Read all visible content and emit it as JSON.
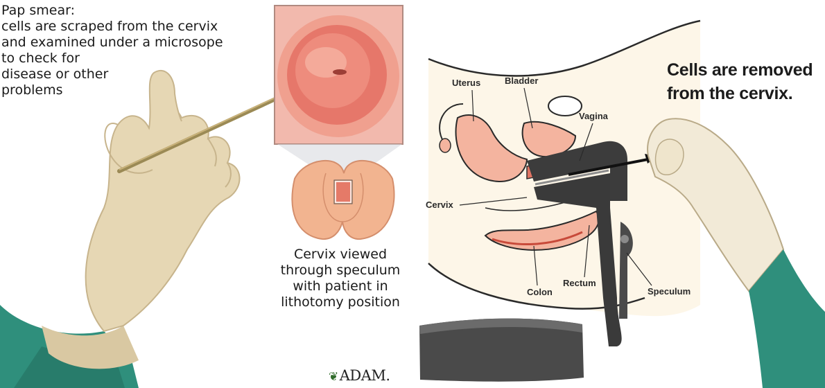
{
  "heading": {
    "lines": [
      "Pap smear:",
      "cells are scraped from the cervix",
      "and examined under a microsope",
      "to check for",
      "disease or other",
      "problems"
    ]
  },
  "inset_caption": {
    "lines": [
      "Cervix viewed",
      "through speculum",
      "with patient in",
      "lithotomy position"
    ]
  },
  "cross_section": {
    "caption_lines": [
      "Cells are removed",
      "from the cervix."
    ],
    "labels": {
      "uterus": "Uterus",
      "bladder": "Bladder",
      "vagina": "Vagina",
      "cervix": "Cervix",
      "colon": "Colon",
      "rectum": "Rectum",
      "speculum": "Speculum"
    }
  },
  "logo": {
    "text": "ADAM."
  },
  "colors": {
    "glove": "#e6d7b4",
    "sleeve": "#2f8f7c",
    "tissue": "#f4b49f",
    "cervix": "#e07463",
    "speculum": "#3c3c3c"
  }
}
